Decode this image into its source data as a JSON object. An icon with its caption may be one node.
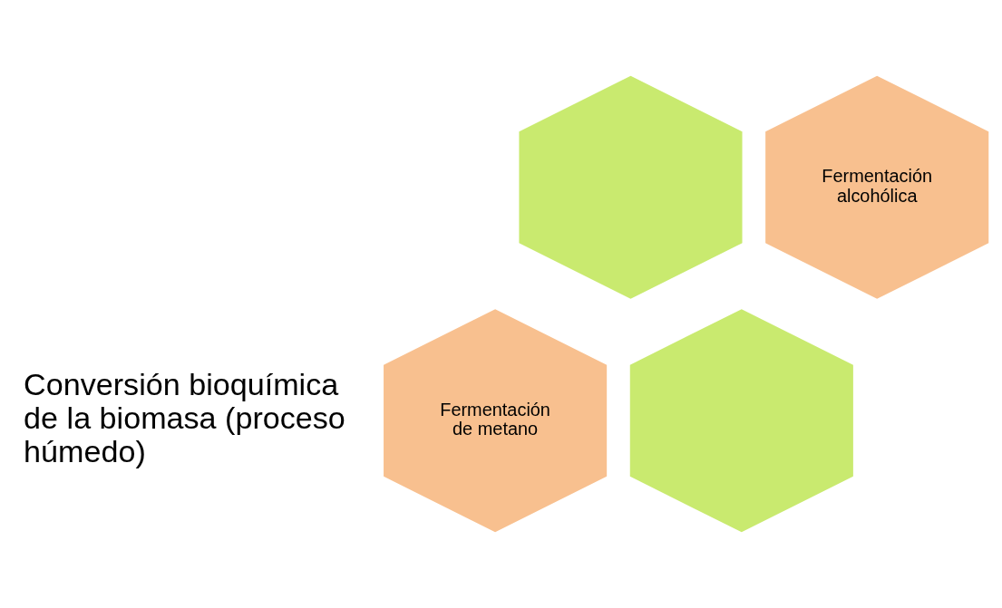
{
  "diagram": {
    "nodes": [
      {
        "text": [],
        "shape": "hexagon"
      },
      {
        "text": [
          "Fermentación alcohólica"
        ]
      },
      {
        "text": [
          "Fermentación de metano"
        ]
      },
      {
        "text": [],
        "shape": "hexagon"
      }
    ],
    "labels": [
      "Conversión bioquímica de la biomasa (proceso húmedo)"
    ]
  }
}
